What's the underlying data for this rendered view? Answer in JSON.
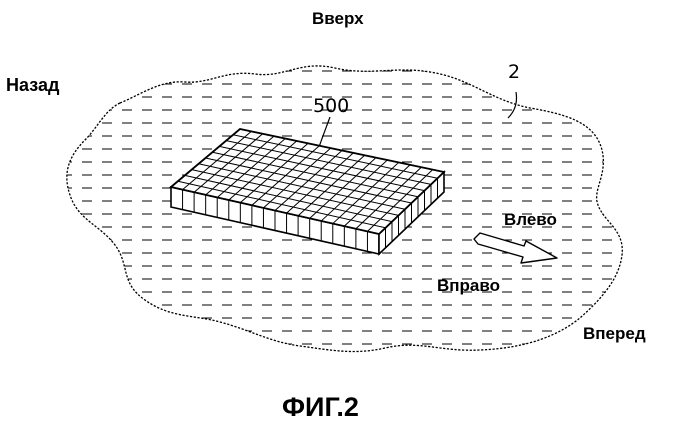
{
  "labels": {
    "up": "Вверх",
    "back": "Назад",
    "forward": "Вперед",
    "left": "Влево",
    "right": "Вправо",
    "ref_layer": "2",
    "ref_block": "500",
    "figure": "ФИГ.2"
  },
  "block": {
    "grid_rows": 10,
    "grid_cols": 18
  },
  "colors": {
    "line": "#000000",
    "background": "#ffffff"
  }
}
